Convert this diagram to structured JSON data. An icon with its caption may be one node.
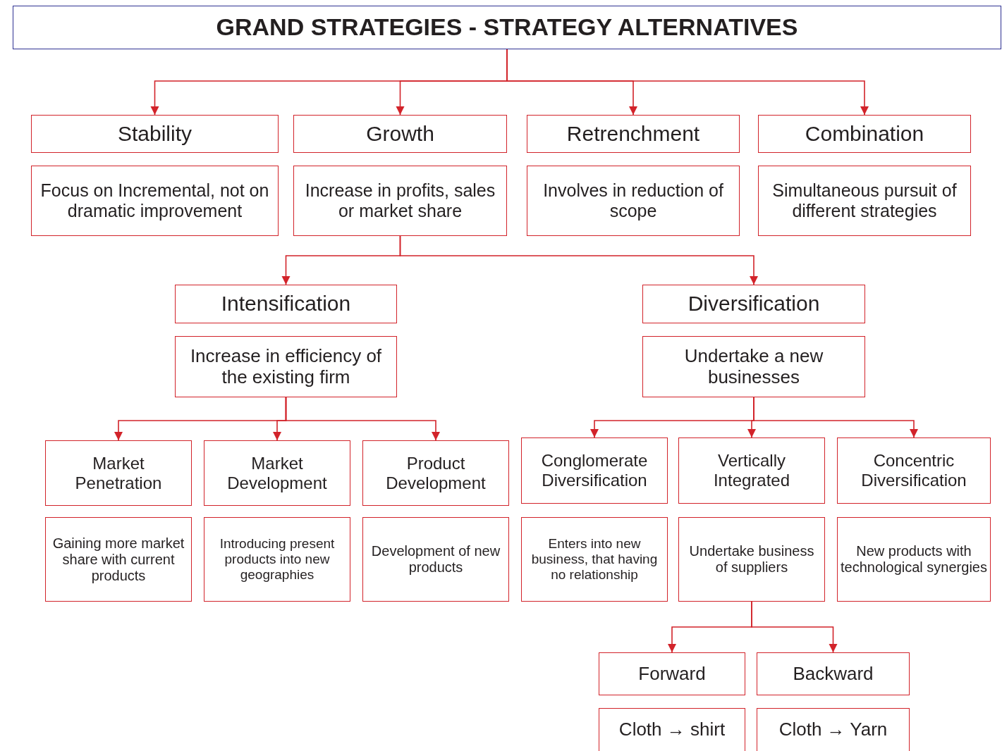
{
  "diagram": {
    "title": "GRAND STRATEGIES - STRATEGY ALTERNATIVES",
    "nodes": [
      {
        "text": [],
        "shape": "box"
      },
      {
        "text": [
          "Stability"
        ]
      },
      {
        "text": [
          "Focus on Incremental, not on dramatic improvement"
        ]
      },
      {
        "text": [
          "Growth"
        ]
      },
      {
        "text": [
          "Increase in profits, sales or market share"
        ]
      },
      {
        "text": [
          "Retrenchment"
        ]
      },
      {
        "text": [
          "Involves in reduction of scope"
        ]
      },
      {
        "text": [
          "Combination"
        ]
      },
      {
        "text": [
          "Simultaneous pursuit of different strategies"
        ]
      },
      {
        "text": [
          "Intensification"
        ]
      },
      {
        "text": [
          "Increase in efficiency of the existing firm"
        ]
      },
      {
        "text": [
          "Diversification"
        ]
      },
      {
        "text": [
          "Undertake a new businesses"
        ]
      },
      {
        "text": [
          "Market Penetration"
        ]
      },
      {
        "text": [
          "Market Development"
        ]
      },
      {
        "text": [
          "Product Development"
        ]
      },
      {
        "text": [
          "Conglomerate Diversification"
        ]
      },
      {
        "text": [
          "Vertically Integrated"
        ]
      },
      {
        "text": [
          "Concentric Diversification"
        ]
      },
      {
        "text": [
          "Gaining more market share with current products"
        ]
      },
      {
        "text": [
          "Introducing present products into new geographies"
        ]
      },
      {
        "text": [
          "Development of new products"
        ]
      },
      {
        "text": [
          "Enters into new business, that having no relationship"
        ]
      },
      {
        "text": [
          "Undertake business of suppliers"
        ]
      },
      {
        "text": [
          "New products with technological synergies"
        ]
      },
      {
        "text": [
          "Forward"
        ]
      },
      {
        "text": [
          "Backward"
        ]
      },
      {
        "text": [
          "Cloth → shirt"
        ]
      },
      {
        "text": [
          "Cloth → Yarn"
        ]
      }
    ],
    "edges": [
      {
        "from": 0,
        "to": 1,
        "arrow": "to"
      },
      {
        "from": 0,
        "to": 3,
        "arrow": "to"
      },
      {
        "from": 0,
        "to": 5,
        "arrow": "to"
      },
      {
        "from": 0,
        "to": 7,
        "arrow": "to"
      },
      {
        "from": 4,
        "to": 9,
        "arrow": "to"
      },
      {
        "from": 4,
        "to": 11,
        "arrow": "to"
      },
      {
        "from": 10,
        "to": 13,
        "arrow": "to"
      },
      {
        "from": 10,
        "to": 14,
        "arrow": "to"
      },
      {
        "from": 10,
        "to": 15,
        "arrow": "to"
      },
      {
        "from": 12,
        "to": 16,
        "arrow": "to"
      },
      {
        "from": 12,
        "to": 17,
        "arrow": "to"
      },
      {
        "from": 12,
        "to": 18,
        "arrow": "to"
      },
      {
        "from": 23,
        "to": 25,
        "arrow": "to"
      },
      {
        "from": 23,
        "to": 26,
        "arrow": "to"
      }
    ]
  }
}
